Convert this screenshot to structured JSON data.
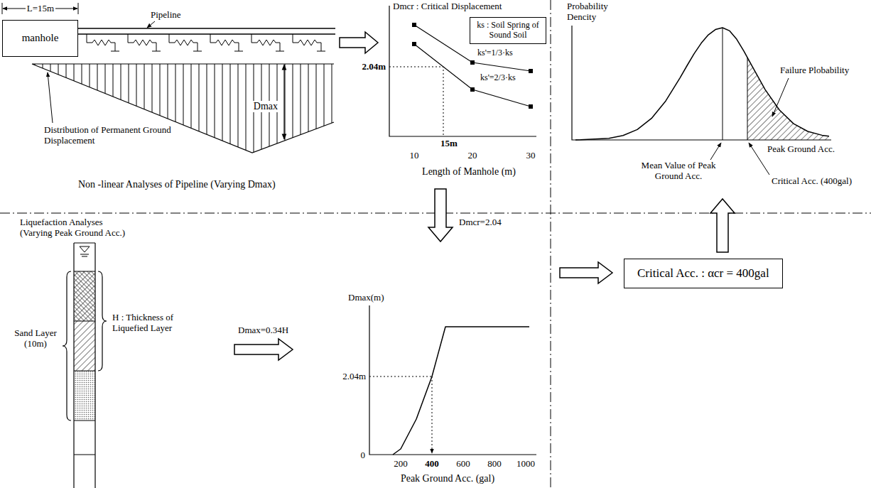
{
  "diagram": {
    "nodes": [
      {
        "text": [
          "manhole"
        ]
      },
      {
        "text": [
          "ks : Soil Spring of Sound Soil"
        ]
      },
      {
        "text": [
          "Critical Acc. : αcr = 400gal"
        ]
      }
    ],
    "labels": [
      "L=15m",
      "Pipeline",
      "Distribution of Permanent Ground Displacement",
      "Dmax",
      "Non -linear Analyses of Pipeline (Varying Dmax)",
      "Dmcr : Critical Displacement",
      "2.04m",
      "ks'=1/3·ks",
      "ks'=2/3·ks",
      "15m",
      "10",
      "20",
      "30",
      "Length of Manhole (m)",
      "Probability Dencity",
      "Failure Plobability",
      "Peak Ground Acc.",
      "Mean Value of Peak Ground Acc.",
      "Critical Acc. (400gal)",
      "Liquefaction Analyses (Varying Peak Ground Acc.)",
      "Sand Layer (10m)",
      "H : Thickness of Liquefied Layer",
      "Dmax=0.34H",
      "Dmcr=2.04",
      "Dmax(m)",
      "2.04m",
      "0",
      "200",
      "400",
      "600",
      "800",
      "1000",
      "Peak Ground Acc. (gal)"
    ]
  }
}
